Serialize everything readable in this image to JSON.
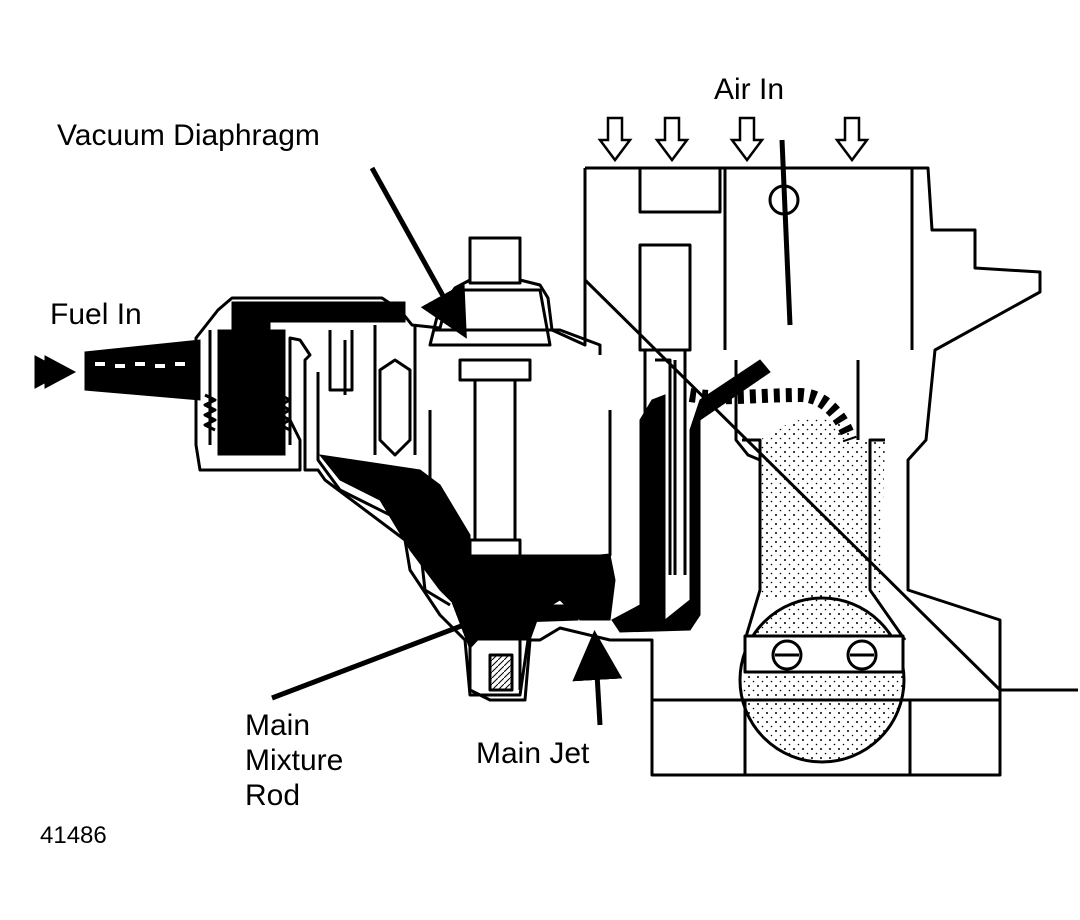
{
  "labels": {
    "air_in": "Air In",
    "vacuum_diaphragm": "Vacuum Diaphragm",
    "fuel_in": "Fuel In",
    "main_mixture_rod": [
      "Main",
      "Mixture",
      "Rod"
    ],
    "main_jet": "Main Jet"
  },
  "figure_number": "41486",
  "colors": {
    "ink": "#000000",
    "paper": "#ffffff"
  }
}
